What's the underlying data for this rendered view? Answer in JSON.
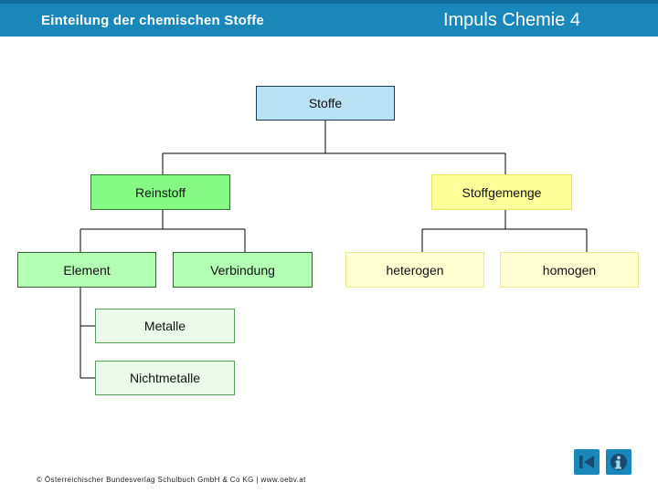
{
  "header": {
    "title": "Einteilung der chemischen Stoffe",
    "brand": "Impuls Chemie 4",
    "bg_color": "#1987b9",
    "top_strip_color": "#0f6d9c",
    "text_color": "#ffffff"
  },
  "diagram": {
    "nodes": [
      {
        "id": "stoffe",
        "label": "Stoffe",
        "level": 0,
        "parent": null,
        "fill": "#b9e2f4",
        "border": "#1f3b57"
      },
      {
        "id": "reinstoff",
        "label": "Reinstoff",
        "level": 1,
        "parent": "stoffe",
        "fill": "#85fa85",
        "border": "#2d7a2d"
      },
      {
        "id": "stoffgemenge",
        "label": "Stoffgemenge",
        "level": 1,
        "parent": "stoffe",
        "fill": "#ffff9b",
        "border": "#e3e35c"
      },
      {
        "id": "element",
        "label": "Element",
        "level": 2,
        "parent": "reinstoff",
        "fill": "#b3ffb3",
        "border": "#336633"
      },
      {
        "id": "verbindung",
        "label": "Verbindung",
        "level": 2,
        "parent": "reinstoff",
        "fill": "#b3ffb3",
        "border": "#336633"
      },
      {
        "id": "heterogen",
        "label": "heterogen",
        "level": 2,
        "parent": "stoffgemenge",
        "fill": "#ffffd2",
        "border": "#eaea8e"
      },
      {
        "id": "homogen",
        "label": "homogen",
        "level": 2,
        "parent": "stoffgemenge",
        "fill": "#ffffd2",
        "border": "#eaea8e"
      },
      {
        "id": "metalle",
        "label": "Metalle",
        "level": 3,
        "parent": "element",
        "fill": "#ecfaec",
        "border": "#55a055"
      },
      {
        "id": "nichtmetalle",
        "label": "Nichtmetalle",
        "level": 3,
        "parent": "element",
        "fill": "#ecfaec",
        "border": "#55a055"
      }
    ],
    "edges": [
      [
        "Stoffe",
        "Reinstoff"
      ],
      [
        "Stoffe",
        "Stoffgemenge"
      ],
      [
        "Reinstoff",
        "Element"
      ],
      [
        "Reinstoff",
        "Verbindung"
      ],
      [
        "Stoffgemenge",
        "heterogen"
      ],
      [
        "Stoffgemenge",
        "homogen"
      ],
      [
        "Element",
        "Metalle"
      ],
      [
        "Element",
        "Nichtmetalle"
      ]
    ],
    "line_color": "#000000"
  },
  "footer": {
    "copyright": "© Österreichischer Bundesverlag Schulbuch GmbH & Co KG | www.oebv.at"
  },
  "nav": {
    "back_icon": "skip-back",
    "info_icon": "info",
    "button_color": "#1987b9",
    "glyph_color": "#174a6f",
    "info_i_color": "#a5d6eb"
  }
}
